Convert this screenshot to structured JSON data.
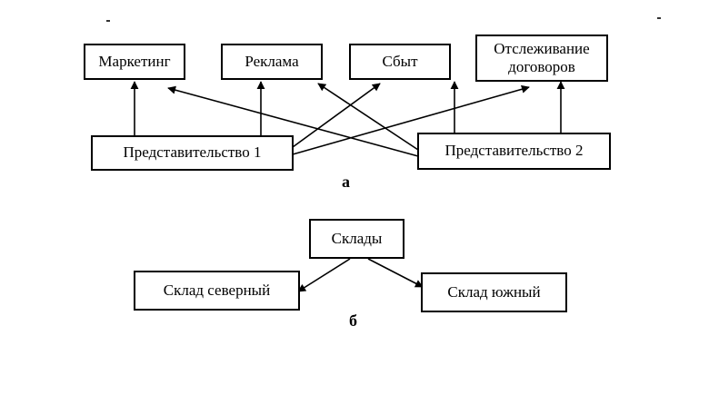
{
  "diagram_a": {
    "caption": "а",
    "nodes": {
      "marketing": "Маркетинг",
      "advertising": "Реклама",
      "sales": "Сбыт",
      "contracts": "Отслеживание\nдоговоров",
      "office1": "Представительство 1",
      "office2": "Представительство 2"
    }
  },
  "diagram_b": {
    "caption": "б",
    "nodes": {
      "warehouses": "Склады",
      "north": "Склад северный",
      "south": "Склад южный"
    }
  },
  "colors": {
    "line": "#000000",
    "background": "#ffffff"
  }
}
